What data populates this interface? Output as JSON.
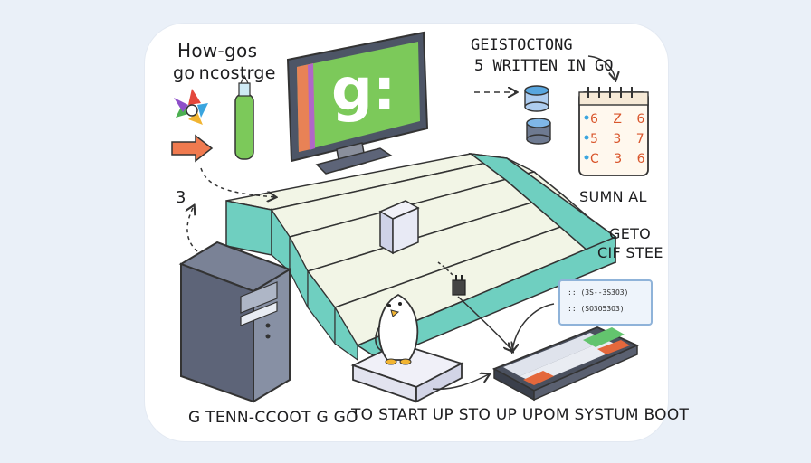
{
  "labels": {
    "title_line1": "How-gos",
    "title_line2": "go  ncostrge",
    "top_right_line1": "GEISTOCTONG",
    "top_right_line2": "5  WRITTEN IN GO",
    "three": "3",
    "calendar_caption": "SUMN AL",
    "right_line1": "GETO",
    "right_line2": "CIF STEE",
    "code_line1": ":: (3S--3S3O3)",
    "code_line2": ":: (SO3O53O3)",
    "screen_glyph": "g:",
    "calendar_row1": "6 Z 6",
    "calendar_row2": "5 3 7",
    "calendar_row3": "C 3 6",
    "bottom_left": "G TENN-CCOOT G GO",
    "bottom_right": "TO START UP STO UP UPOM SYSTUM BOOT"
  },
  "colors": {
    "background": "#eaf0f8",
    "card": "#ffffff",
    "stair_side": "#6fcfc0",
    "stair_top": "#f2f5e6",
    "screen": "#7cc95a",
    "server": "#5d6478",
    "accent_orange": "#f07a4f"
  },
  "icons": [
    "go-pinwheel-logo",
    "arrow-right-icon",
    "bottle-icon",
    "monitor-icon",
    "database-icon",
    "calendar-icon",
    "server-tower-icon",
    "penguin-icon",
    "keyboard-icon",
    "plug-icon",
    "cube-icon"
  ]
}
